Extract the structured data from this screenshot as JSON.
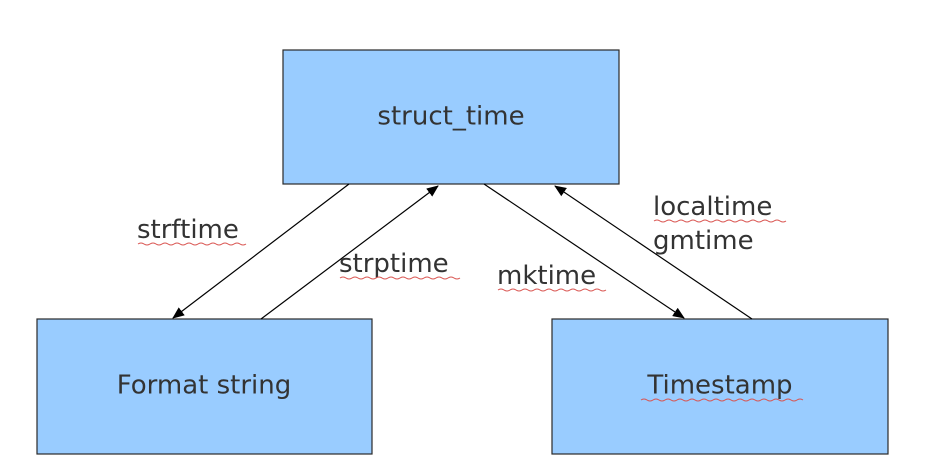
{
  "nodes": {
    "struct_time": {
      "label": "struct_time"
    },
    "format_string": {
      "label": "Format string"
    },
    "timestamp": {
      "label": "Timestamp"
    }
  },
  "edges": {
    "strftime": {
      "label": "strftime"
    },
    "strptime": {
      "label": "strptime"
    },
    "mktime": {
      "label": "mktime"
    },
    "localtime_gmtime": {
      "line1": "localtime",
      "line2": "gmtime"
    }
  },
  "colors": {
    "box_fill": "#99ccff",
    "box_stroke": "#2a2a2a",
    "text": "#333333",
    "spellcheck_underline": "#d9534f"
  }
}
